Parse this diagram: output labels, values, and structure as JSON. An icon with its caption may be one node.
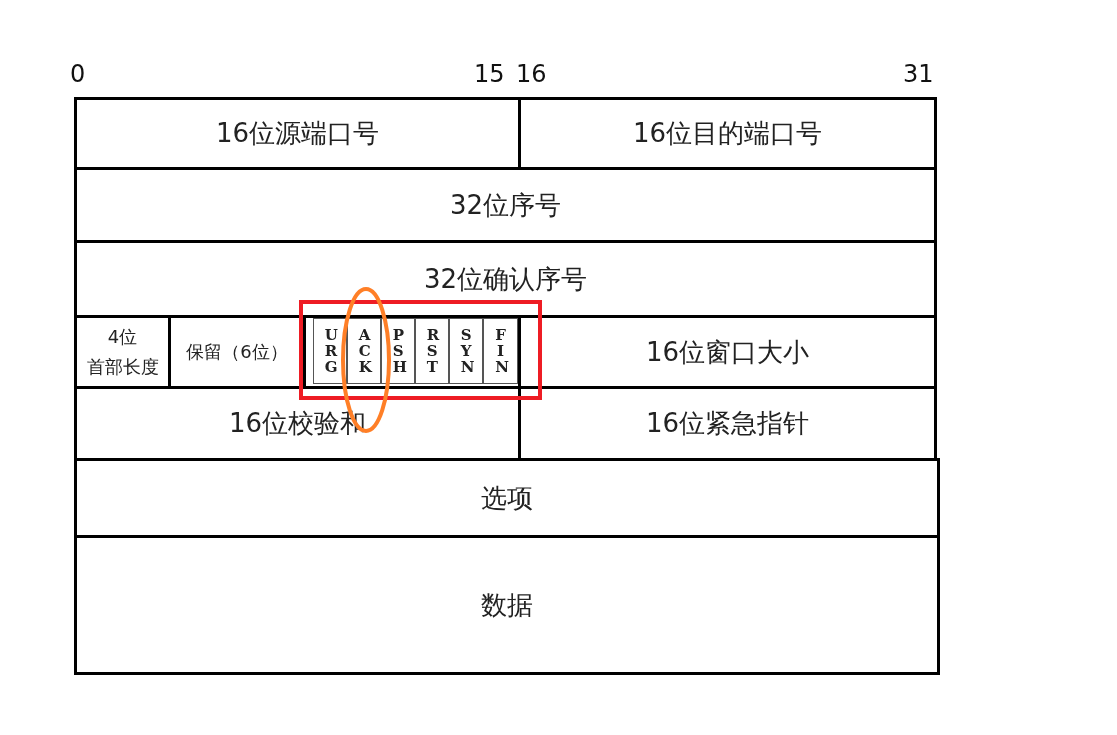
{
  "diagram": {
    "nodes": [
      {
        "text": [
          "16位源端口号"
        ]
      },
      {
        "text": [
          "16位目的端口号"
        ]
      },
      {
        "text": [
          "32位序号"
        ]
      },
      {
        "text": [
          "32位确认序号"
        ]
      },
      {
        "text": [
          "4位首部长度"
        ]
      },
      {
        "text": [
          "保留（6位）"
        ]
      },
      {
        "text": [
          "URG"
        ]
      },
      {
        "text": [
          "ACK"
        ]
      },
      {
        "text": [
          "PSH"
        ]
      },
      {
        "text": [
          "RST"
        ]
      },
      {
        "text": [
          "SYN"
        ]
      },
      {
        "text": [
          "FIN"
        ]
      },
      {
        "text": [
          "16位窗口大小"
        ]
      },
      {
        "text": [
          "16位校验和"
        ]
      },
      {
        "text": [
          "16位紧急指针"
        ]
      },
      {
        "text": [
          "选项"
        ]
      },
      {
        "text": [
          "数据"
        ]
      }
    ],
    "labels": [
      "0",
      "15",
      "16",
      "31"
    ]
  }
}
